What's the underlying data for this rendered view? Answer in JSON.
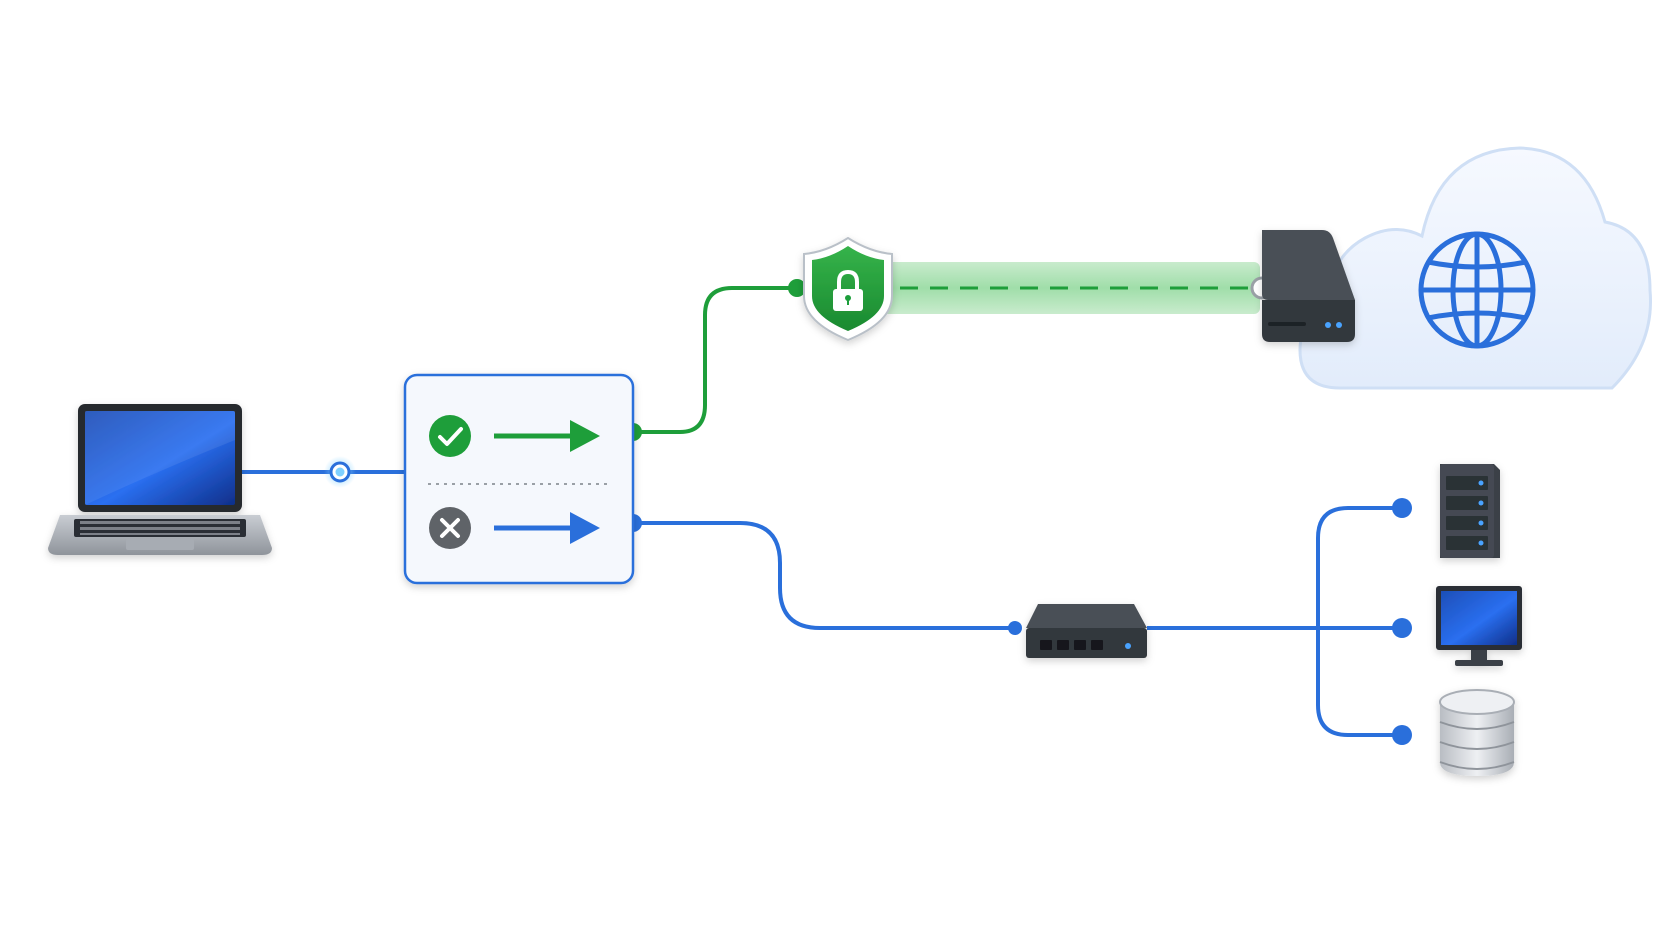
{
  "diagram": {
    "nodes": [
      {
        "id": "laptop",
        "icon": "laptop-icon"
      },
      {
        "id": "router-panel",
        "icon": "split-tunnel-panel",
        "rules": [
          {
            "status": "allowed",
            "icon": "check-circle-icon",
            "color": "#1e9e3a"
          },
          {
            "status": "blocked",
            "icon": "x-circle-icon",
            "color": "#5f6368"
          }
        ]
      },
      {
        "id": "vpn-shield",
        "icon": "shield-lock-icon"
      },
      {
        "id": "vpn-server",
        "icon": "server-box-icon"
      },
      {
        "id": "internet-cloud",
        "icon": "cloud-globe-icon"
      },
      {
        "id": "network-switch",
        "icon": "switch-icon"
      },
      {
        "id": "local-server",
        "icon": "tower-server-icon"
      },
      {
        "id": "local-desktop",
        "icon": "desktop-monitor-icon"
      },
      {
        "id": "local-database",
        "icon": "database-icon"
      }
    ],
    "edges": [
      {
        "from": "laptop",
        "to": "router-panel",
        "color": "#2a6fdb"
      },
      {
        "from": "router-panel",
        "to": "vpn-shield",
        "color": "#1e9e3a"
      },
      {
        "from": "vpn-shield",
        "to": "vpn-server",
        "style": "dashed-tunnel",
        "color": "#1e9e3a"
      },
      {
        "from": "router-panel",
        "to": "network-switch",
        "color": "#2a6fdb"
      },
      {
        "from": "network-switch",
        "to": "local-server",
        "color": "#2a6fdb"
      },
      {
        "from": "network-switch",
        "to": "local-desktop",
        "color": "#2a6fdb"
      },
      {
        "from": "network-switch",
        "to": "local-database",
        "color": "#2a6fdb"
      }
    ]
  },
  "colors": {
    "blue": "#2a6fdb",
    "green": "#1e9e3a",
    "dark_device": "#3a3f47",
    "cloud_fill": "#eef4fd",
    "cloud_stroke": "#cfdff5"
  }
}
